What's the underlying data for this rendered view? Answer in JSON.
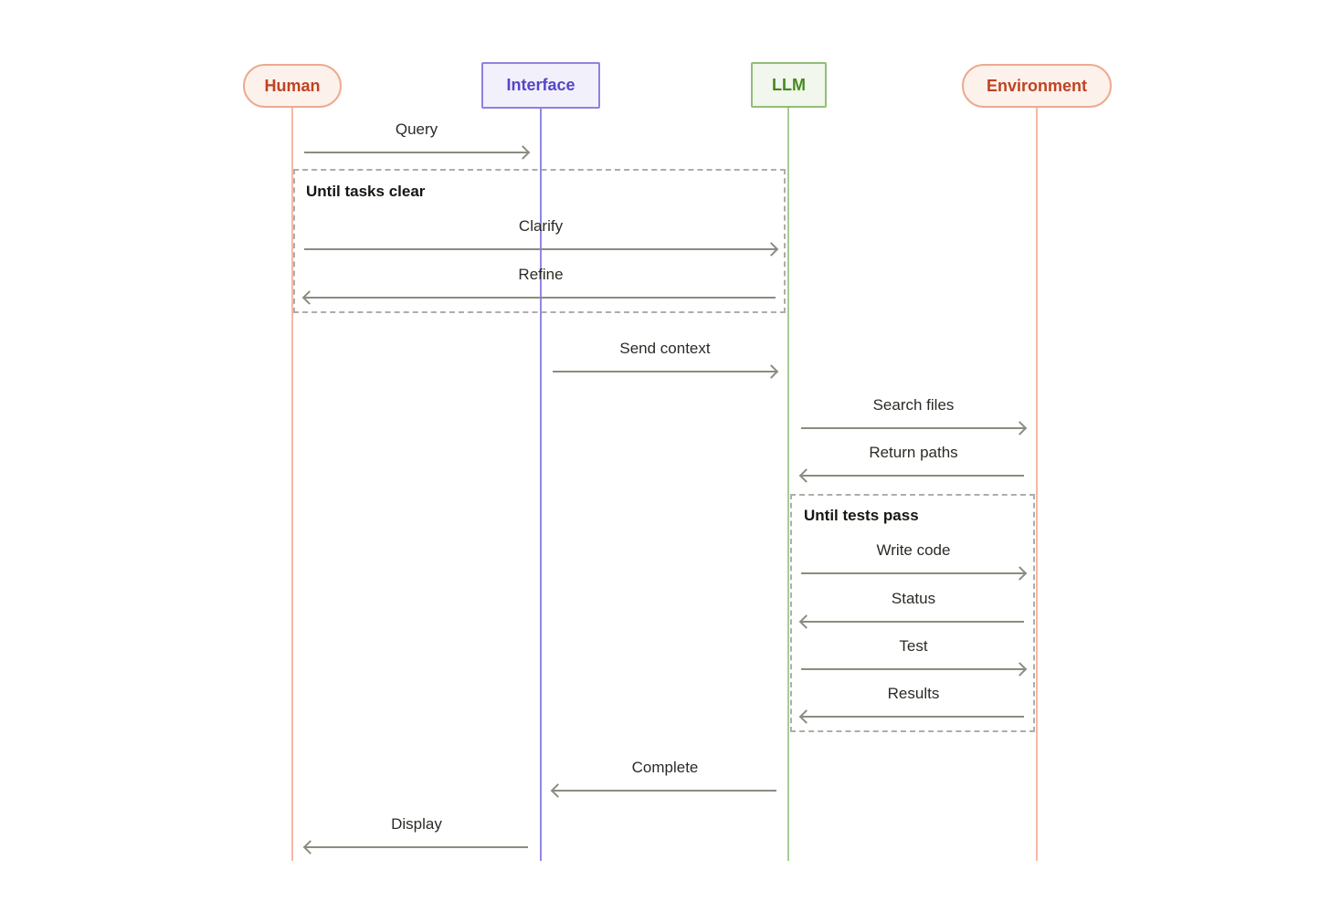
{
  "diagram_type": "sequence-diagram",
  "participants": [
    {
      "name": "Human",
      "shape": "pill",
      "text_color": "#bf4322",
      "border_color": "#edaa90",
      "bg_color": "#fdf1ec",
      "lifeline_color": "#f6b8a4"
    },
    {
      "name": "Interface",
      "shape": "rect",
      "text_color": "#5347c5",
      "border_color": "#8d83dc",
      "bg_color": "#f2f0fb",
      "lifeline_color": "#8f88e8"
    },
    {
      "name": "LLM",
      "shape": "rect",
      "text_color": "#45891f",
      "border_color": "#92bd77",
      "bg_color": "#f1f7ec",
      "lifeline_color": "#a9cb95"
    },
    {
      "name": "Environment",
      "shape": "pill",
      "text_color": "#bf4322",
      "border_color": "#edaa90",
      "bg_color": "#fdf1ec",
      "lifeline_color": "#f6b8a4"
    }
  ],
  "loops": [
    {
      "label": "Until tasks clear",
      "spans": [
        "Human",
        "LLM"
      ]
    },
    {
      "label": "Until tests pass",
      "spans": [
        "LLM",
        "Environment"
      ]
    }
  ],
  "messages": [
    {
      "label": "Query",
      "from": "Human",
      "to": "Interface"
    },
    {
      "label": "Clarify",
      "from": "Human",
      "to": "LLM"
    },
    {
      "label": "Refine",
      "from": "LLM",
      "to": "Human"
    },
    {
      "label": "Send context",
      "from": "Interface",
      "to": "LLM"
    },
    {
      "label": "Search files",
      "from": "LLM",
      "to": "Environment"
    },
    {
      "label": "Return paths",
      "from": "Environment",
      "to": "LLM"
    },
    {
      "label": "Write code",
      "from": "LLM",
      "to": "Environment"
    },
    {
      "label": "Status",
      "from": "Environment",
      "to": "LLM"
    },
    {
      "label": "Test",
      "from": "LLM",
      "to": "Environment"
    },
    {
      "label": "Results",
      "from": "Environment",
      "to": "LLM"
    },
    {
      "label": "Complete",
      "from": "LLM",
      "to": "Interface"
    },
    {
      "label": "Display",
      "from": "Interface",
      "to": "Human"
    }
  ],
  "colors": {
    "arrow": "#8b8b80",
    "message_label_text": "#2b2b26",
    "loop_border": "#aeaea6",
    "loop_label_text": "#161612",
    "background": "#ffffff"
  }
}
